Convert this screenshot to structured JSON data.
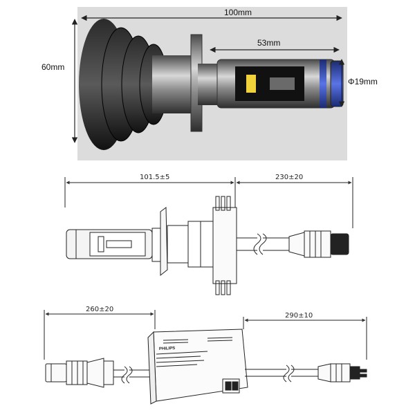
{
  "photo_panel": {
    "length_label": "100mm",
    "height_label": "60mm",
    "led_length_label": "53mm",
    "diameter_label": "Φ19mm"
  },
  "bulb_drawing": {
    "length_label": "101.5±5",
    "cable_label": "230±20"
  },
  "driver_drawing": {
    "input_cable_label": "260±20",
    "output_cable_label": "290±10",
    "brand_label": "PHILIPS"
  },
  "colors": {
    "photo_background": "#dcdcdc",
    "led_accent": "#3550c8",
    "led_chip": "#f2d23a",
    "line": "#222222"
  }
}
